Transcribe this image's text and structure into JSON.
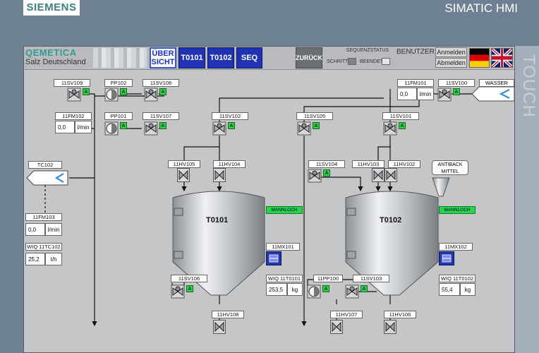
{
  "header": {
    "brand": "SIEMENS",
    "product": "SIMATIC HMI",
    "side_label": "TOUCH"
  },
  "toolbar": {
    "logo_title": "QEMETICA",
    "logo_subtitle": "Salz Deutschland",
    "tabs": [
      {
        "label": "ÜBER SICHT",
        "active": true
      },
      {
        "label": "T0101",
        "active": false
      },
      {
        "label": "T0102",
        "active": false
      },
      {
        "label": "SEQ",
        "active": false
      }
    ],
    "back_label": "ZURÜCK",
    "sequence_status_title": "SEQUENZSTATUS",
    "step_label": "SCHRITT",
    "finished_label": "BEENDET",
    "user_label": "BENUTZER:",
    "login_label": "Anmelden",
    "logout_label": "Abmelden"
  },
  "valves": {
    "v11SV109": "11SV109",
    "v11SV108": "11SV108",
    "v11SV107": "11SV107",
    "v11SV102": "11SV102",
    "v11SV105": "11SV105",
    "v11SV101": "11SV101",
    "v11SV100": "11SV100",
    "v11SV104": "11SV104",
    "v11SV106": "11SV106",
    "v11SV103": "11SV103",
    "v11HV105": "11HV105",
    "v11HV104": "11HV104",
    "v11HV103": "11HV103",
    "v11HV102": "11HV102",
    "v11HV108": "11HV108",
    "v11HV107": "11HV107",
    "v11HV106": "11HV106"
  },
  "pumps": {
    "pp102": "PP102",
    "pp101": "PP101",
    "p11PP100": "11PP100"
  },
  "status_letter": "A",
  "instruments": {
    "fm102": {
      "tag": "11FM102",
      "value": "0,0",
      "unit": "l/min"
    },
    "fm101": {
      "tag": "11FM101",
      "value": "0,0",
      "unit": "l/min"
    },
    "fm103": {
      "tag": "11FM103",
      "value": "0,0",
      "unit": "l/min"
    },
    "wiq11tc102": {
      "tag": "WIQ 11TC102",
      "value": "25,2",
      "unit": "t/h"
    },
    "wiq11t0101": {
      "tag": "WIQ 11T0101",
      "value": "253,5",
      "unit": "kg"
    },
    "wiq11t0102": {
      "tag": "WIQ 11T0102",
      "value": "55,4",
      "unit": "kg"
    }
  },
  "sources": {
    "tc102": "TC102",
    "wasser": "WASSER",
    "antiback": "ANTIBACK MITTEL"
  },
  "tanks": {
    "t0101": "T0101",
    "t0102": "T0102",
    "manhole": "MANNLOCH"
  },
  "mixers": {
    "mx101": "11MX101",
    "mx102": "11MX102"
  },
  "colors": {
    "background": "#6e8093",
    "panel": "#c5c6c7",
    "nav_blue": "#1f33b4",
    "status_green": "#2ed24a"
  }
}
